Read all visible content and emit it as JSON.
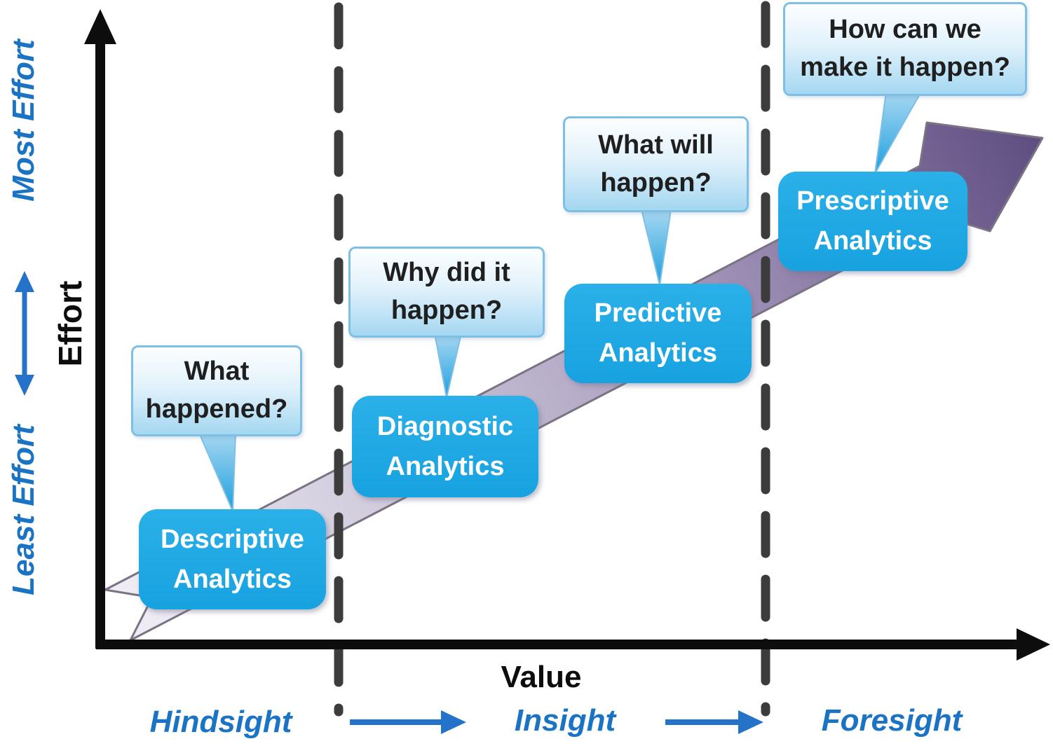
{
  "effort_axis": {
    "label": "Effort",
    "most_label": "Most Effort",
    "least_label": "Least Effort"
  },
  "value_axis": {
    "label": "Value"
  },
  "zones": {
    "hindsight": "Hindsight",
    "insight": "Insight",
    "foresight": "Foresight"
  },
  "stages": [
    {
      "question_line1": "What",
      "question_line2": "happened?",
      "name_line1": "Descriptive",
      "name_line2": "Analytics"
    },
    {
      "question_line1": "Why did it",
      "question_line2": "happen?",
      "name_line1": "Diagnostic",
      "name_line2": "Analytics"
    },
    {
      "question_line1": "What will",
      "question_line2": "happen?",
      "name_line1": "Predictive",
      "name_line2": "Analytics"
    },
    {
      "question_line1": "How can we",
      "question_line2": "make it happen?",
      "name_line1": "Prescriptive",
      "name_line2": "Analytics"
    }
  ],
  "colors": {
    "stage_box_blue": "#18A5E2",
    "label_blue": "#1B73C4",
    "callout_fill_top": "#FCFEFF",
    "callout_fill_bottom": "#A4D7F1",
    "callout_border": "#7EC0E5",
    "trend_arrow_light": "#F0EEF5",
    "trend_arrow_dark": "#5E4D80",
    "dash_gray": "#3C3C3C",
    "axis_black": "#0D0D0D",
    "zone_arrow_blue": "#2573C8"
  },
  "icons": {
    "trend_arrow": "diagonal-ribbon-arrow",
    "effort_double_arrow": "vertical-double-arrow",
    "zone_arrow_1": "right-arrow",
    "zone_arrow_2": "right-arrow"
  }
}
